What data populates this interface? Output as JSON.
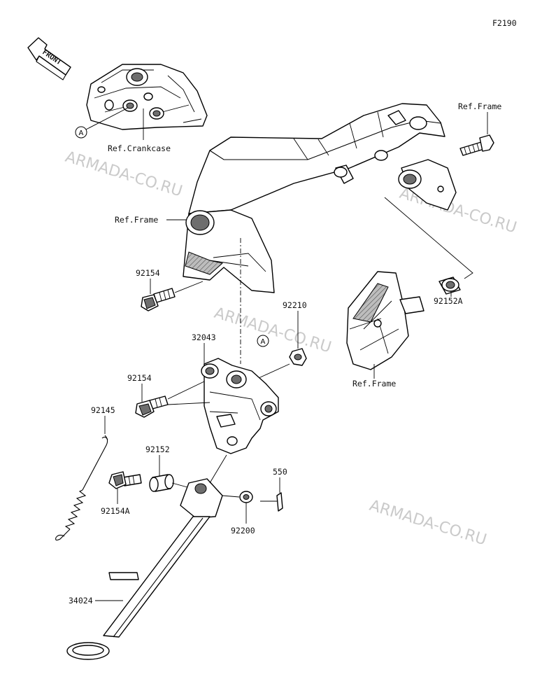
{
  "figure_code": "F2190",
  "front_label": "FRONT",
  "watermarks": [
    "ARMADA-CO.RU",
    "ARMADA-CO.RU",
    "ARMADA-CO.RU",
    "ARMADA-CO.RU"
  ],
  "callout_letter": "A",
  "references": {
    "crankcase": "Ref.Crankcase",
    "frame_top_right": "Ref.Frame",
    "frame_left": "Ref.Frame",
    "frame_bracket": "Ref.Frame"
  },
  "part_numbers": {
    "bolt_upper": "92154",
    "bolt_middle": "92154",
    "bolt_lower": "92154A",
    "bracket": "32043",
    "nut": "92210",
    "collar_right": "92152A",
    "collar": "92152",
    "spring": "92145",
    "washer": "92200",
    "cotter_pin": "550",
    "side_stand": "34024"
  }
}
